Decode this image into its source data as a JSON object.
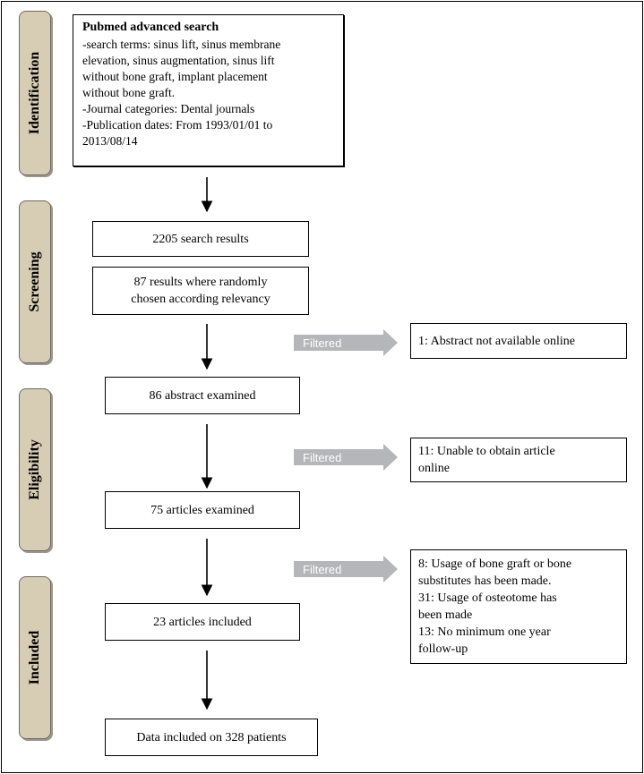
{
  "phases": [
    {
      "label": "Identification"
    },
    {
      "label": "Screening"
    },
    {
      "label": "Eligibility"
    },
    {
      "label": "Included"
    }
  ],
  "search_box": {
    "title": "Pubmed advanced search",
    "lines": [
      "-search terms: sinus lift, sinus membrane",
      "elevation, sinus augmentation, sinus lift",
      "without bone graft, implant placement",
      "without bone graft.",
      "-Journal categories: Dental journals",
      "-Publication dates: From 1993/01/01 to",
      "2013/08/14"
    ]
  },
  "steps": {
    "search_results": "2205 search results",
    "random_line1": "87 results where randomly",
    "random_line2": "chosen according relevancy",
    "abstracts": "86 abstract examined",
    "articles": "75 articles examined",
    "included": "23 articles included",
    "patients": "Data included on 328 patients"
  },
  "filter_label": "Filtered",
  "exclusions": {
    "abstract": "1: Abstract not available online",
    "online_line1": "11: Unable to obtain article",
    "online_line2": "online",
    "criteria": [
      "8: Usage of bone graft or bone",
      "substitutes has been made.",
      "31: Usage of osteotome has",
      "been made",
      "13: No minimum one year",
      "follow-up"
    ]
  },
  "colors": {
    "phase_fill": "#d6cdb4",
    "filter_arrow": "#b4b6b9",
    "filter_text": "#ffffff"
  }
}
